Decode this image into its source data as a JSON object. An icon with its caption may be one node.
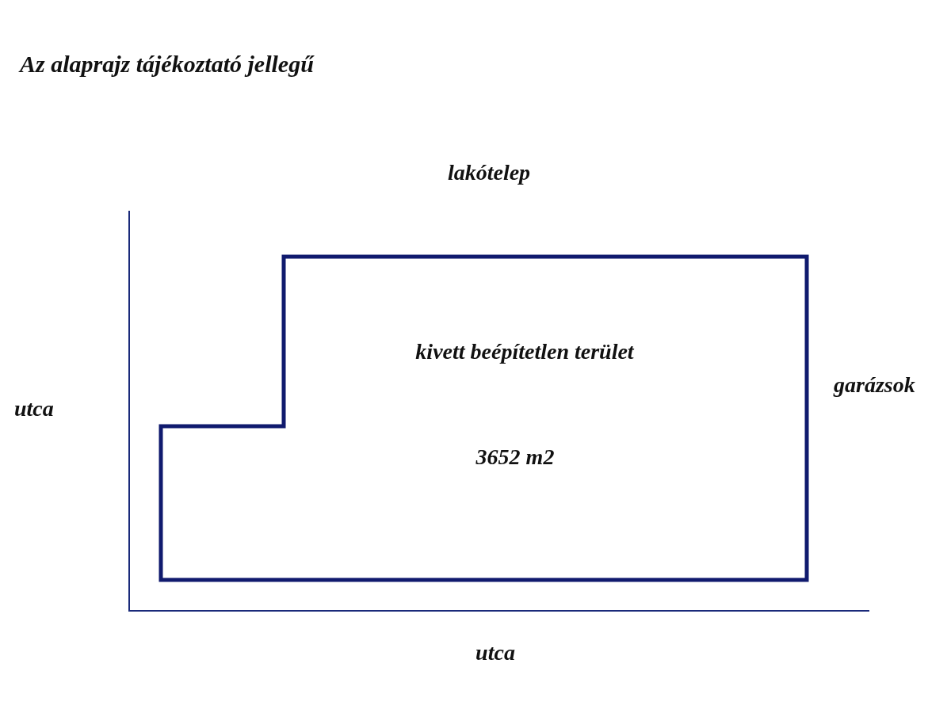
{
  "diagram": {
    "title": "Az alaprajz tájékoztató jellegű",
    "nodes": [
      {
        "text": [
          "kivett beépítetlen terület",
          "3652 m2"
        ]
      }
    ],
    "labels": [
      "lakótelep",
      "utca",
      "garázsok",
      "utca"
    ]
  }
}
